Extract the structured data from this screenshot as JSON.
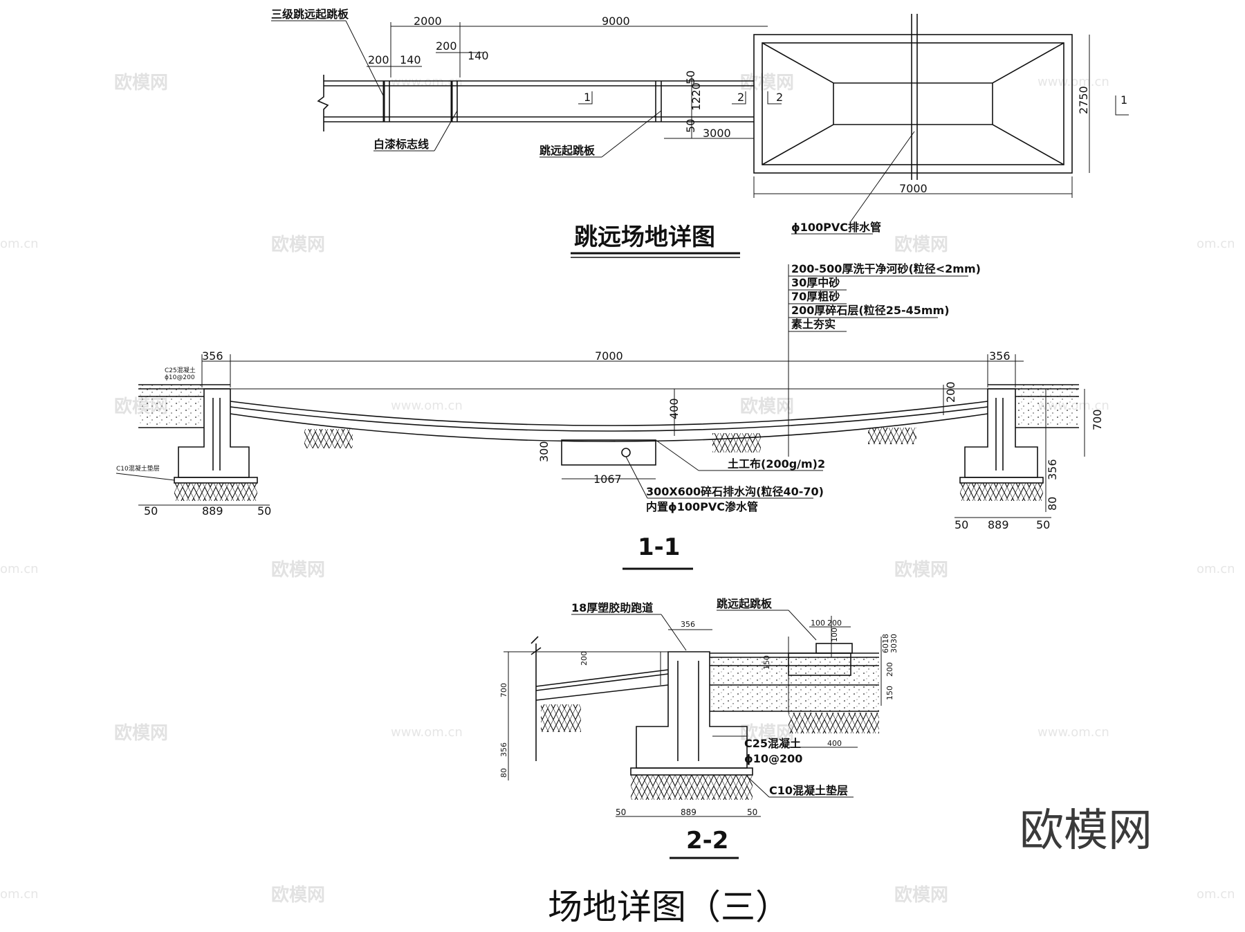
{
  "plan": {
    "title": "跳远场地详图",
    "labels": {
      "three_level_board": "三级跳远起跳板",
      "white_line": "白漆标志线",
      "takeoff_board": "跳远起跳板",
      "drain_pipe": "ϕ100PVC排水管"
    },
    "dims": {
      "d2000": "2000",
      "d9000": "9000",
      "d200a": "200",
      "d140a": "140",
      "d200b": "200",
      "d140b": "140",
      "d50a": "50",
      "d1220": "1220",
      "d50b": "50",
      "d3000": "3000",
      "d2750": "2750",
      "d7000": "7000"
    },
    "section_marks": {
      "s1": "1",
      "s2": "2"
    }
  },
  "section11": {
    "title": "1-1",
    "layers": [
      "200-500厚洗干净河砂(粒径<2mm)",
      "30厚中砂",
      "70厚粗砂",
      "200厚碎石层(粒径25-45mm)",
      "素土夯实"
    ],
    "labels": {
      "c25": "C25混凝土",
      "rebar": "ϕ10@200",
      "c10": "C10混凝土垫层",
      "geotextile": "土工布(200g/m)2",
      "trench": "300X600碎石排水沟(粒径40-70)",
      "pipe": "内置ϕ100PVC渗水管"
    },
    "dims": {
      "d356l": "356",
      "d7000": "7000",
      "d356r": "356",
      "d400": "400",
      "d200": "200",
      "d700": "700",
      "d300": "300",
      "d1067": "1067",
      "d356v": "356",
      "d80": "80",
      "d50l": "50",
      "d889l": "889",
      "d50l2": "50",
      "d50r": "50",
      "d889r": "889",
      "d50r2": "50"
    }
  },
  "section22": {
    "title": "2-2",
    "labels": {
      "runway": "18厚塑胶助跑道",
      "board": "跳远起跳板",
      "c25": "C25混凝土",
      "rebar": "ϕ10@200",
      "c10": "C10混凝土垫层"
    },
    "dims": {
      "d356": "356",
      "d100a": "100",
      "d200a": "200",
      "d100v": "100",
      "d200v": "200",
      "d150": "150",
      "d700": "700",
      "d356v": "356",
      "d80": "80",
      "d400": "400",
      "d50l": "50",
      "d889": "889",
      "d50r": "50",
      "r6018": "6018",
      "r3030": "3030",
      "r200": "200",
      "r150": "150"
    }
  },
  "sheet_title": "场地详图（三）",
  "watermarks": {
    "cn": "欧模网",
    "url": "www.om.cn",
    "url_short": "om.cn"
  },
  "brand": "欧模网"
}
